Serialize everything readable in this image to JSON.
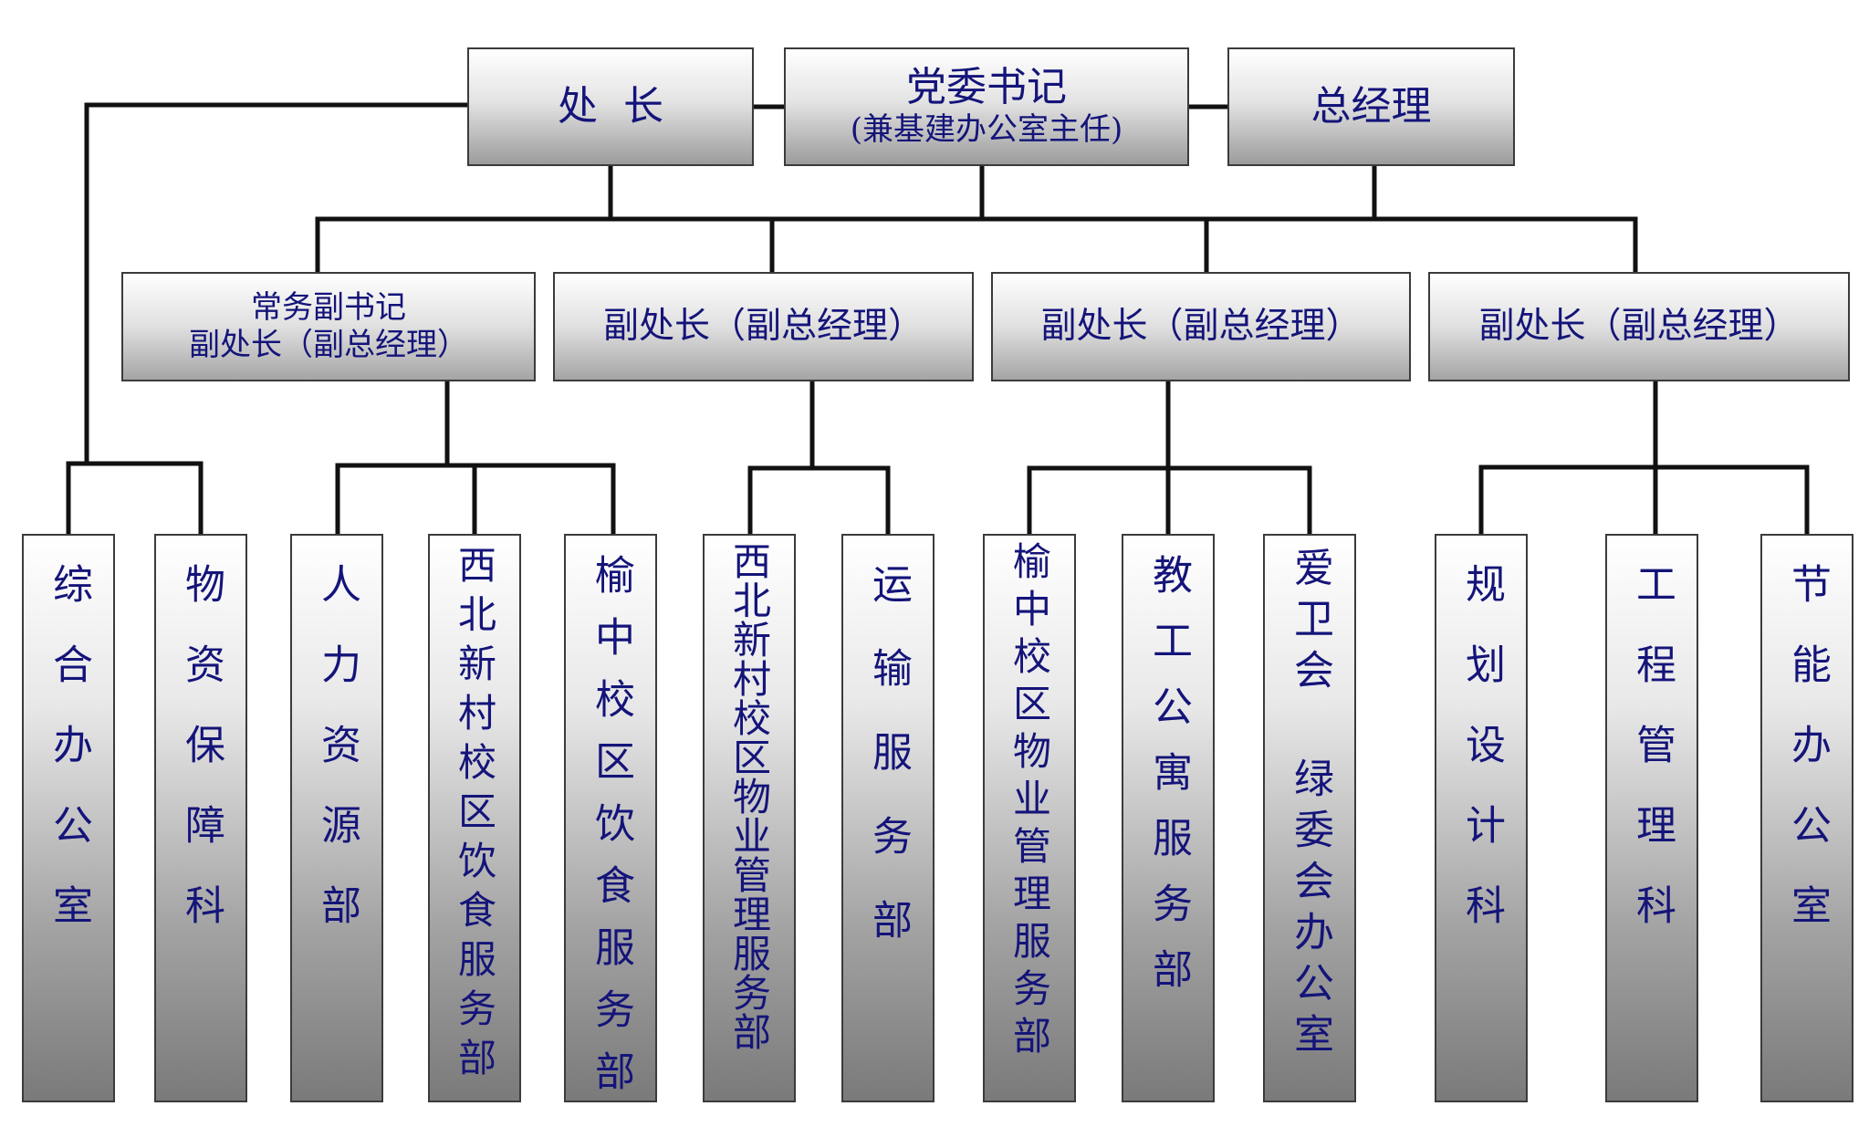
{
  "leaders": {
    "chuzhang": "处  长",
    "party_secretary": "党委书记",
    "party_secretary_note": "(兼基建办公室主任)",
    "general_manager": "总经理"
  },
  "deputies": [
    {
      "line1": "常务副书记",
      "line2": "副处长（副总经理）"
    },
    {
      "line1": "副处长（副总经理）"
    },
    {
      "line1": "副处长（副总经理）"
    },
    {
      "line1": "副处长（副总经理）"
    }
  ],
  "departments": [
    "综合办公室",
    "物资保障科",
    "人力资源部",
    "西北新村校区饮食服务部",
    "榆中校区饮食服务部",
    "西北新村校区物业管理服务部",
    "运输服务部",
    "榆中校区物业管理服务部",
    "教工公寓服务部",
    "爱卫会 绿委会办公室",
    "规划设计科",
    "工程管理科",
    "节能办公室"
  ],
  "colors": {
    "text": "#14147a",
    "line": "#111111",
    "border": "#3b3b3b"
  }
}
